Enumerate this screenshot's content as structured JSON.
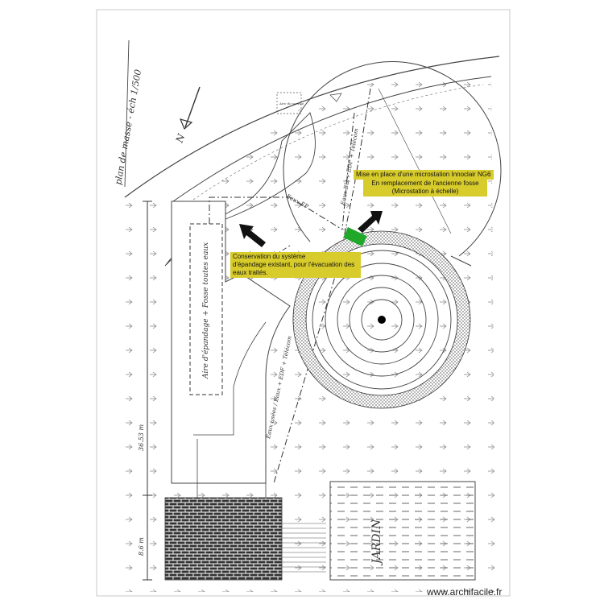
{
  "title": "plan de masse - éch 1/500",
  "north_label": "N",
  "labels": {
    "aire": "Aire d'épandage + Fosse toutes eaux",
    "eaux_ep": "Eaux EP",
    "eaux_eu": "Eaux EU + EDF + Télécom",
    "eaux_usees": "Eaux usées / Eaux + EDF + Télécom",
    "jardin": "JARDIN",
    "dim_long": "36.53 m",
    "dim_short": "8.6 m",
    "small_note": "Aire de service"
  },
  "notes": {
    "microstation_title": "Mise en place d'une microstation Innoclair NG6",
    "replacement": "En remplacement de l'ancienne fosse\n(Microstation à échelle)",
    "conservation": "Conservation du système\nd'épandage existant, pour l'évacuation des\neaux traités."
  },
  "colors": {
    "note_bg": "#d8cc2c",
    "microstation": "#1fa82a",
    "arrow": "#111111",
    "line": "#444444"
  },
  "watermark": "www.archifacile.fr"
}
